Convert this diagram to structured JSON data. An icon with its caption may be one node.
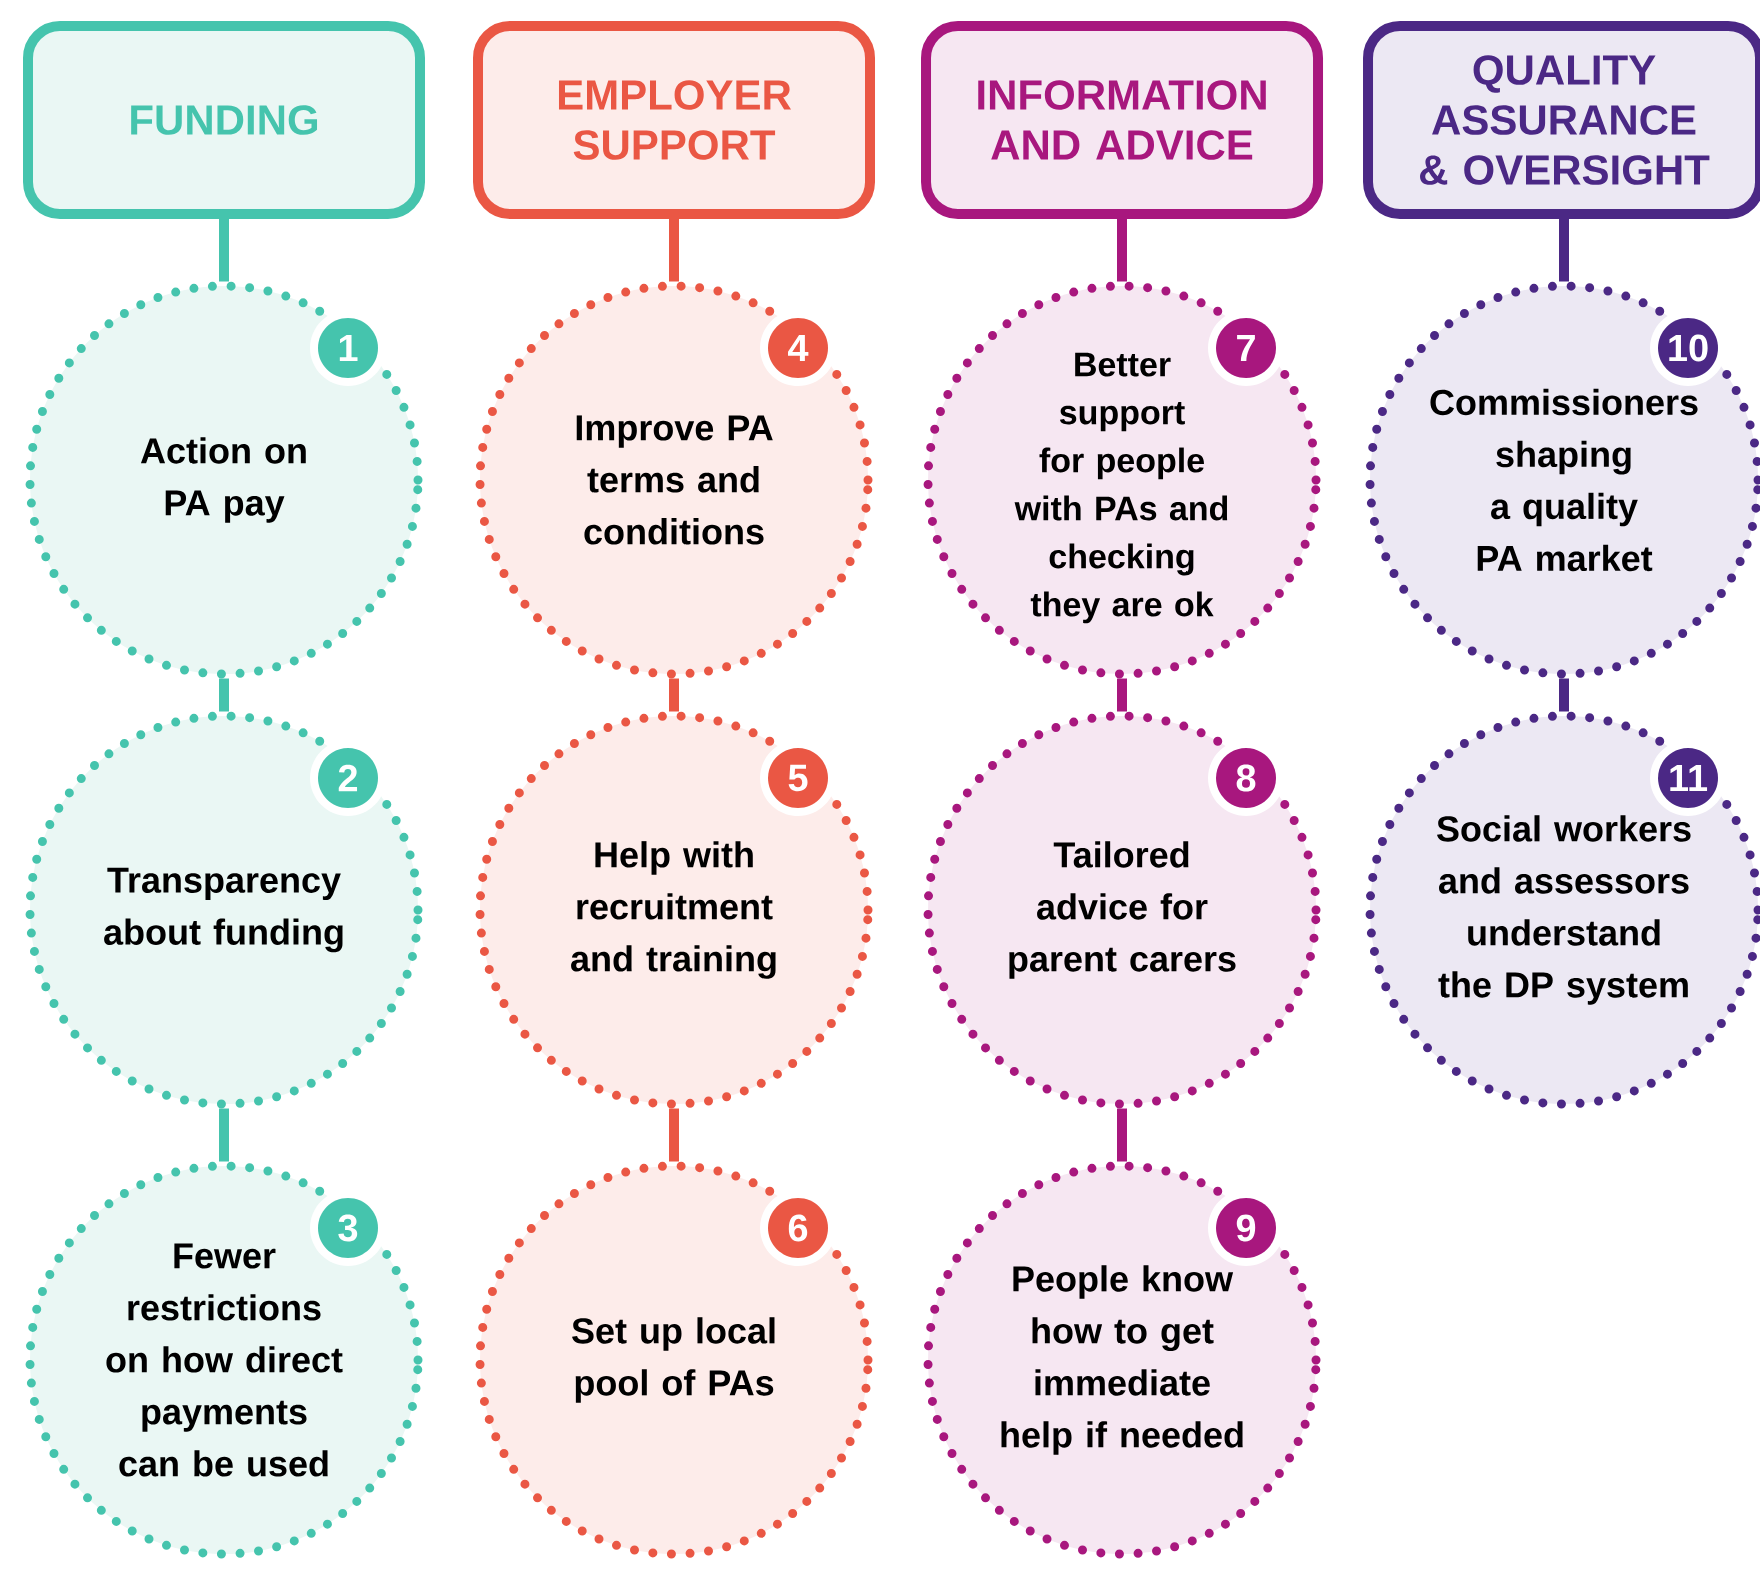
{
  "diagram": {
    "nodes": [
      {
        "text": [
          "FUNDING"
        ]
      },
      {
        "text": [
          "1",
          "Action on PA pay"
        ]
      },
      {
        "text": [
          "2",
          "Transparency about funding"
        ]
      },
      {
        "text": [
          "3",
          "Fewer restrictions on how direct payments can be used"
        ]
      },
      {
        "text": [
          "EMPLOYER SUPPORT"
        ]
      },
      {
        "text": [
          "4",
          "Improve PA terms and conditions"
        ]
      },
      {
        "text": [
          "5",
          "Help with recruitment and training"
        ]
      },
      {
        "text": [
          "6",
          "Set up local pool of PAs"
        ]
      },
      {
        "text": [
          "INFORMATION AND ADVICE"
        ]
      },
      {
        "text": [
          "7",
          "Better support for people with PAs and checking they are ok"
        ]
      },
      {
        "text": [
          "8",
          "Tailored advice for parent carers"
        ]
      },
      {
        "text": [
          "9",
          "People know how to get immediate help if needed"
        ]
      },
      {
        "text": [
          "QUALITY ASSURANCE & OVERSIGHT"
        ]
      },
      {
        "text": [
          "10",
          "Commissioners shaping a quality PA market"
        ]
      },
      {
        "text": [
          "11",
          "Social workers and assessors understand the DP system"
        ]
      }
    ],
    "edges": [
      {
        "from": 0,
        "to": 1,
        "arrow": "none",
        "color": "#45c4ad"
      },
      {
        "from": 1,
        "to": 2,
        "arrow": "none",
        "color": "#45c4ad"
      },
      {
        "from": 2,
        "to": 3,
        "arrow": "none",
        "color": "#45c4ad"
      },
      {
        "from": 4,
        "to": 5,
        "arrow": "none",
        "color": "#ea5744"
      },
      {
        "from": 5,
        "to": 6,
        "arrow": "none",
        "color": "#ea5744"
      },
      {
        "from": 6,
        "to": 7,
        "arrow": "none",
        "color": "#ea5744"
      },
      {
        "from": 8,
        "to": 9,
        "arrow": "none",
        "color": "#a8177e"
      },
      {
        "from": 9,
        "to": 10,
        "arrow": "none",
        "color": "#a8177e"
      },
      {
        "from": 10,
        "to": 11,
        "arrow": "none",
        "color": "#a8177e"
      },
      {
        "from": 12,
        "to": 13,
        "arrow": "none",
        "color": "#4b2885"
      },
      {
        "from": 13,
        "to": 14,
        "arrow": "none",
        "color": "#4b2885"
      }
    ]
  }
}
